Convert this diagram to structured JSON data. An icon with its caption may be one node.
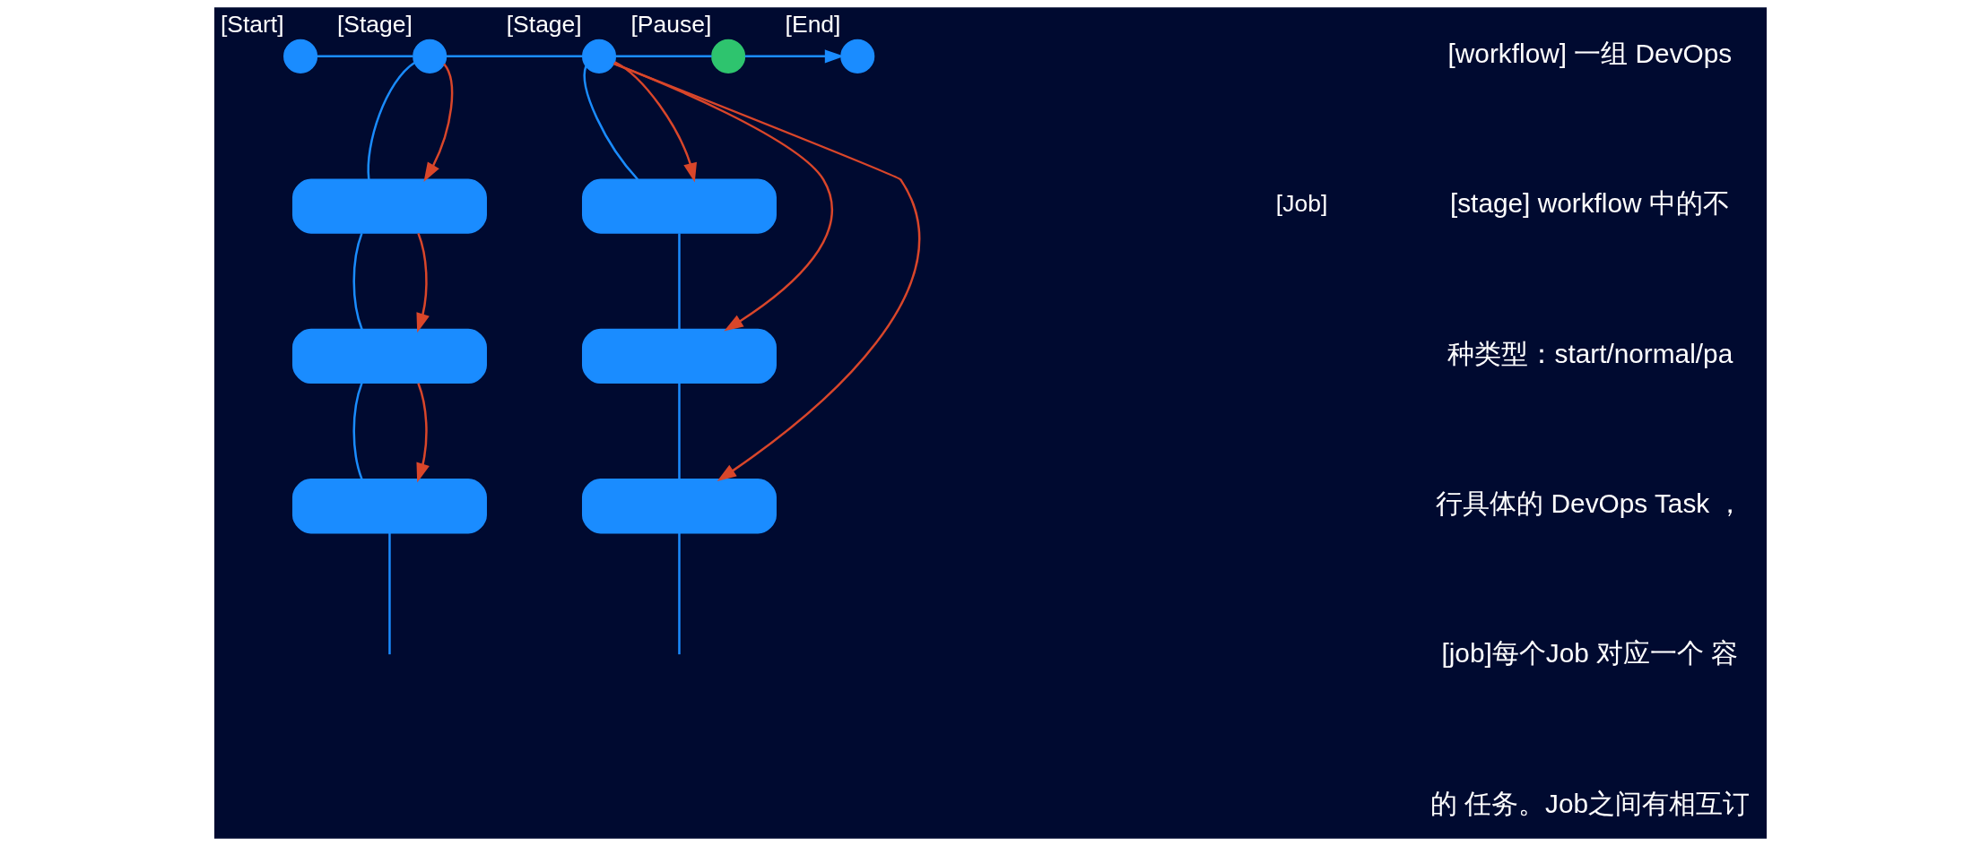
{
  "diagram": {
    "nodes": [
      {
        "text": [],
        "shape": "circle",
        "beside": [
          "[Start]"
        ]
      },
      {
        "text": [],
        "shape": "circle",
        "beside": [
          "[Stage]"
        ]
      },
      {
        "text": [],
        "shape": "circle",
        "beside": [
          "[Stage]"
        ]
      },
      {
        "text": [],
        "shape": "circle",
        "beside": [
          "[Pause]"
        ]
      },
      {
        "text": [],
        "shape": "circle",
        "beside": [
          "[End]"
        ]
      },
      {
        "text": [],
        "shape": "box"
      },
      {
        "text": [],
        "shape": "box"
      },
      {
        "text": [],
        "shape": "box"
      },
      {
        "text": [],
        "shape": "box"
      },
      {
        "text": [],
        "shape": "box"
      },
      {
        "text": [],
        "shape": "box"
      }
    ],
    "edges": [
      {
        "from": 0,
        "to": 1,
        "arrow": "none"
      },
      {
        "from": 1,
        "to": 2,
        "arrow": "none"
      },
      {
        "from": 2,
        "to": 3,
        "arrow": "none"
      },
      {
        "from": 3,
        "to": 4,
        "arrow": "to"
      },
      {
        "from": 1,
        "to": 5,
        "arrow": "none"
      },
      {
        "from": 5,
        "to": 6,
        "arrow": "none"
      },
      {
        "from": 6,
        "to": 7,
        "arrow": "none"
      },
      {
        "from": 7,
        "to": null,
        "arrow": "none"
      },
      {
        "from": 2,
        "to": 8,
        "arrow": "none"
      },
      {
        "from": 8,
        "to": 9,
        "arrow": "none"
      },
      {
        "from": 9,
        "to": 10,
        "arrow": "none"
      },
      {
        "from": 10,
        "to": null,
        "arrow": "none"
      },
      {
        "from": 1,
        "to": 5,
        "arrow": "to",
        "color": "#d9462a"
      },
      {
        "from": 5,
        "to": 6,
        "arrow": "to",
        "color": "#d9462a"
      },
      {
        "from": 6,
        "to": 7,
        "arrow": "to",
        "color": "#d9462a"
      },
      {
        "from": 2,
        "to": 8,
        "arrow": "to",
        "color": "#d9462a"
      },
      {
        "from": 2,
        "to": 9,
        "arrow": "to",
        "color": "#d9462a"
      },
      {
        "from": 2,
        "to": 10,
        "arrow": "to",
        "color": "#d9462a"
      }
    ],
    "labels": [
      "[Job]",
      "[workflow] 一组 DevOps",
      "[stage] workflow 中的不",
      "种类型：start/normal/pa",
      "行具体的 DevOps Task ，",
      "[job]每个Job 对应一个 容",
      "的 任务。Job之间有相互订"
    ]
  }
}
